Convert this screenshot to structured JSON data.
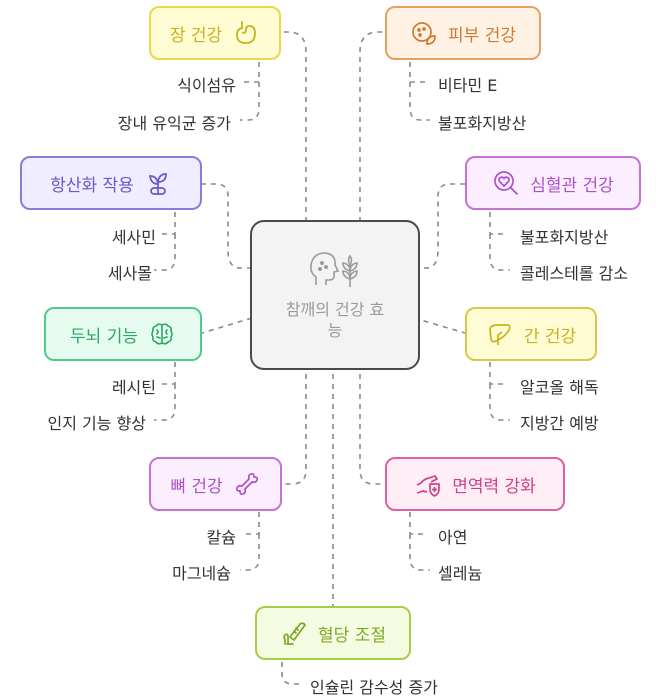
{
  "center": {
    "title": "참깨의 건강 효능",
    "icon": "head-with-grain-icon"
  },
  "colors": {
    "yellow": "#e8d84a",
    "yellow_bg": "#fffbd2",
    "orange": "#e8a062",
    "orange_bg": "#fff2e5",
    "purple": "#8c7cd8",
    "purple_bg": "#efedff",
    "magenta": "#c870d8",
    "magenta_bg": "#fbeeff",
    "green": "#52c98c",
    "green_bg": "#e6fbf0",
    "gold": "#d8c84a",
    "gold_bg": "#fffbd2",
    "pink": "#e060a0",
    "pink_bg": "#ffeef6",
    "lime": "#a6cc4a",
    "lime_bg": "#f4fbe0"
  },
  "nodes": [
    {
      "label": "장 건강",
      "icon": "stomach-icon",
      "leaves": [
        "식이섬유",
        "장내 유익균 증가"
      ]
    },
    {
      "label": "피부 건강",
      "icon": "face-leaf-icon",
      "leaves": [
        "비타민 E",
        "불포화지방산"
      ]
    },
    {
      "label": "항산화 작용",
      "icon": "sprout-icon",
      "leaves": [
        "세사민",
        "세사몰"
      ]
    },
    {
      "label": "심혈관 건강",
      "icon": "heart-search-icon",
      "leaves": [
        "불포화지방산",
        "콜레스테롤 감소"
      ]
    },
    {
      "label": "두뇌 기능",
      "icon": "brain-icon",
      "leaves": [
        "레시틴",
        "인지 기능 향상"
      ]
    },
    {
      "label": "간 건강",
      "icon": "liver-icon",
      "leaves": [
        "알코올 해독",
        "지방간 예방"
      ]
    },
    {
      "label": "뼈 건강",
      "icon": "bone-icon",
      "leaves": [
        "칼슘",
        "마그네슘"
      ]
    },
    {
      "label": "면역력 강화",
      "icon": "shield-hand-icon",
      "leaves": [
        "아연",
        "셀레늄"
      ]
    },
    {
      "label": "혈당 조절",
      "icon": "glucose-meter-icon",
      "leaves": [
        "인슐린 감수성 증가"
      ]
    }
  ]
}
